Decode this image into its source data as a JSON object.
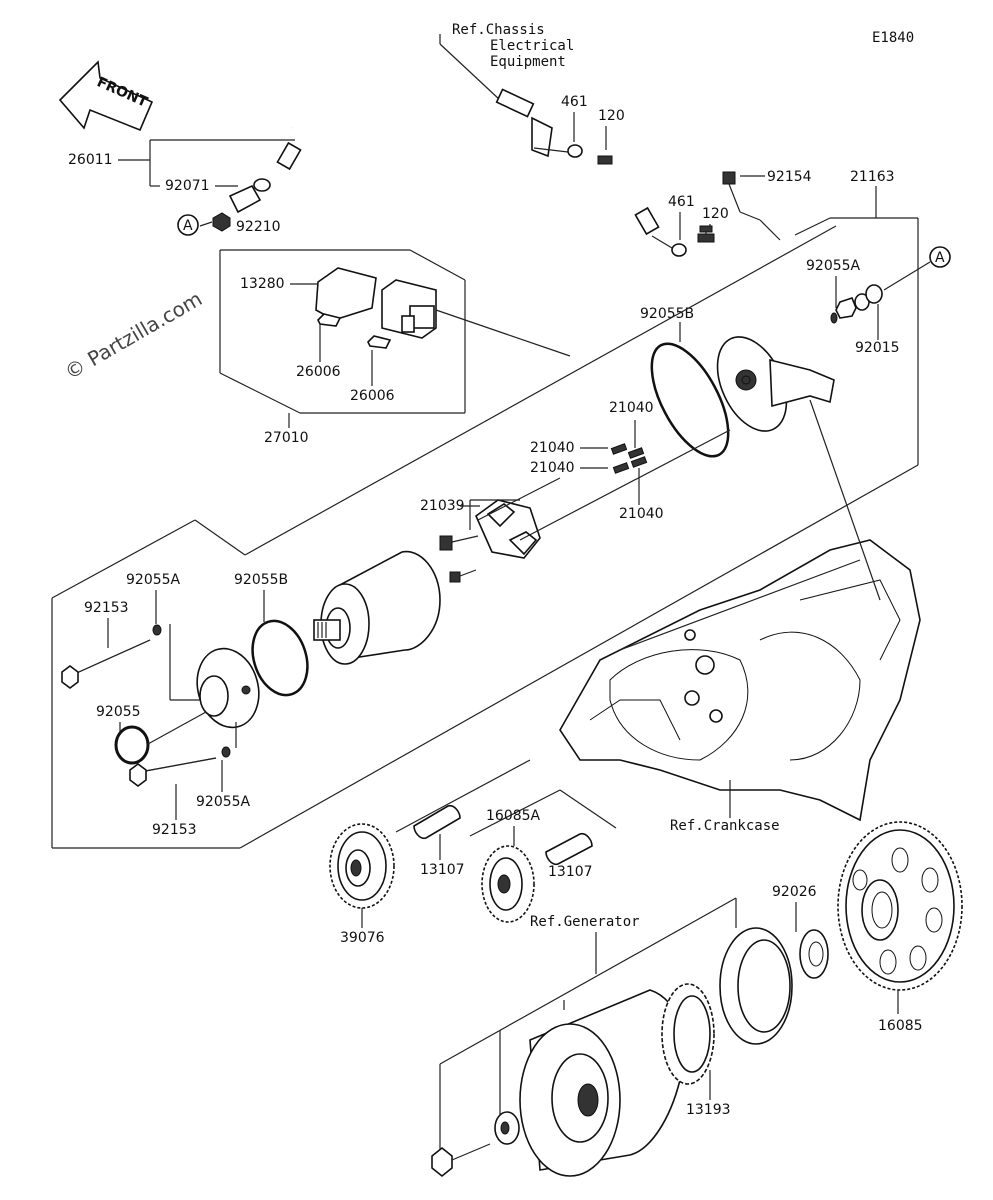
{
  "diagram_code": "E1840",
  "front_label": "FRONT",
  "watermark": "© Partzilla.com",
  "refs": {
    "chassis_line1": "Ref.Chassis",
    "chassis_line2": "Electrical",
    "chassis_line3": "Equipment",
    "crankcase": "Ref.Crankcase",
    "generator": "Ref.Generator"
  },
  "markers": {
    "a_left": "A",
    "a_right": "A"
  },
  "parts": {
    "p26011": "26011",
    "p92071": "92071",
    "p92210": "92210",
    "p461_top": "461",
    "p120_top": "120",
    "p461_mid": "461",
    "p120_mid": "120",
    "p92154": "92154",
    "p21163": "21163",
    "p13280": "13280",
    "p26006_a": "26006",
    "p26006_b": "26006",
    "p27010": "27010",
    "p92055A_r": "92055A",
    "p92015": "92015",
    "p92055B_r": "92055B",
    "p21040_a": "21040",
    "p21040_b": "21040",
    "p21040_c": "21040",
    "p21040_d": "21040",
    "p21039": "21039",
    "p92055A_l": "92055A",
    "p92055B_l": "92055B",
    "p92153_a": "92153",
    "p92055": "92055",
    "p92153_b": "92153",
    "p92055A_b": "92055A",
    "p16085A": "16085A",
    "p13107_a": "13107",
    "p13107_b": "13107",
    "p39076": "39076",
    "p92026": "92026",
    "p16085": "16085",
    "p13193": "13193"
  }
}
